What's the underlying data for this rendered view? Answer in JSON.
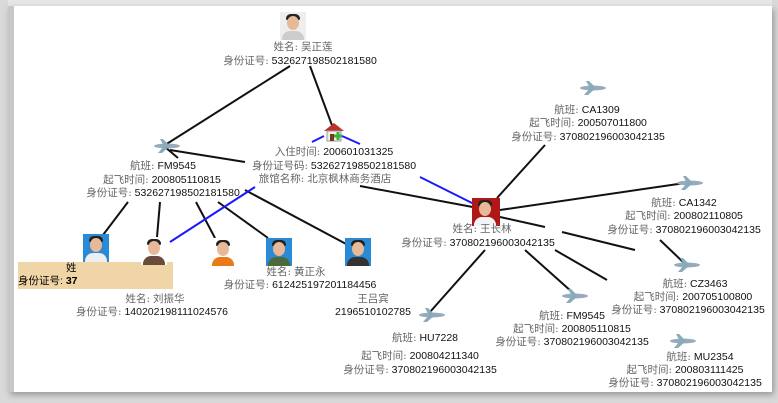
{
  "labels": {
    "name": "姓名:",
    "id": "身份证号:",
    "id_code": "身份证号码:",
    "flight": "航班:",
    "depart": "起飞时间:",
    "checkin": "入住时间:",
    "hotel": "旅馆名称:"
  },
  "person_top": {
    "name": "吴正莲",
    "id": "532627198502181580"
  },
  "hotel": {
    "checkin": "200601031325",
    "id": "532627198502181580",
    "hotel_name": "北京枫林商务酒店"
  },
  "flight_left": {
    "flight": "FM9545",
    "depart": "200805110815",
    "id": "532627198502181580"
  },
  "person_center": {
    "name": "王长林",
    "id": "370802196003042135"
  },
  "flights_right": [
    {
      "flight": "CA1309",
      "depart": "200507011800",
      "id": "370802196003042135"
    },
    {
      "flight": "CA1342",
      "depart": "200802110805",
      "id": "370802196003042135"
    },
    {
      "flight": "CZ3463",
      "depart": "200705100800",
      "id": "370802196003042135"
    },
    {
      "flight": "MU2354",
      "depart": "200803111425",
      "id": "370802196003042135"
    },
    {
      "flight": "FM9545",
      "depart": "200805110815",
      "id": "370802196003042135"
    },
    {
      "flight": "HU7228",
      "depart": "200804211340",
      "id": "370802196003042135"
    }
  ],
  "tooltip": {
    "name_fragment": "姓",
    "id_fragment": "37"
  },
  "passengers": [
    {
      "name": "刘振华",
      "id": "140202198111024576"
    },
    {
      "name": "黄正永",
      "id": "612425197201184456"
    },
    {
      "name_fragment": "王吕宾",
      "id_fragment": "2196510102785"
    }
  ],
  "colors": {
    "edge": "#111111",
    "hotel_edge": "#1a1aff",
    "tooltip": "#f0d6a6"
  }
}
